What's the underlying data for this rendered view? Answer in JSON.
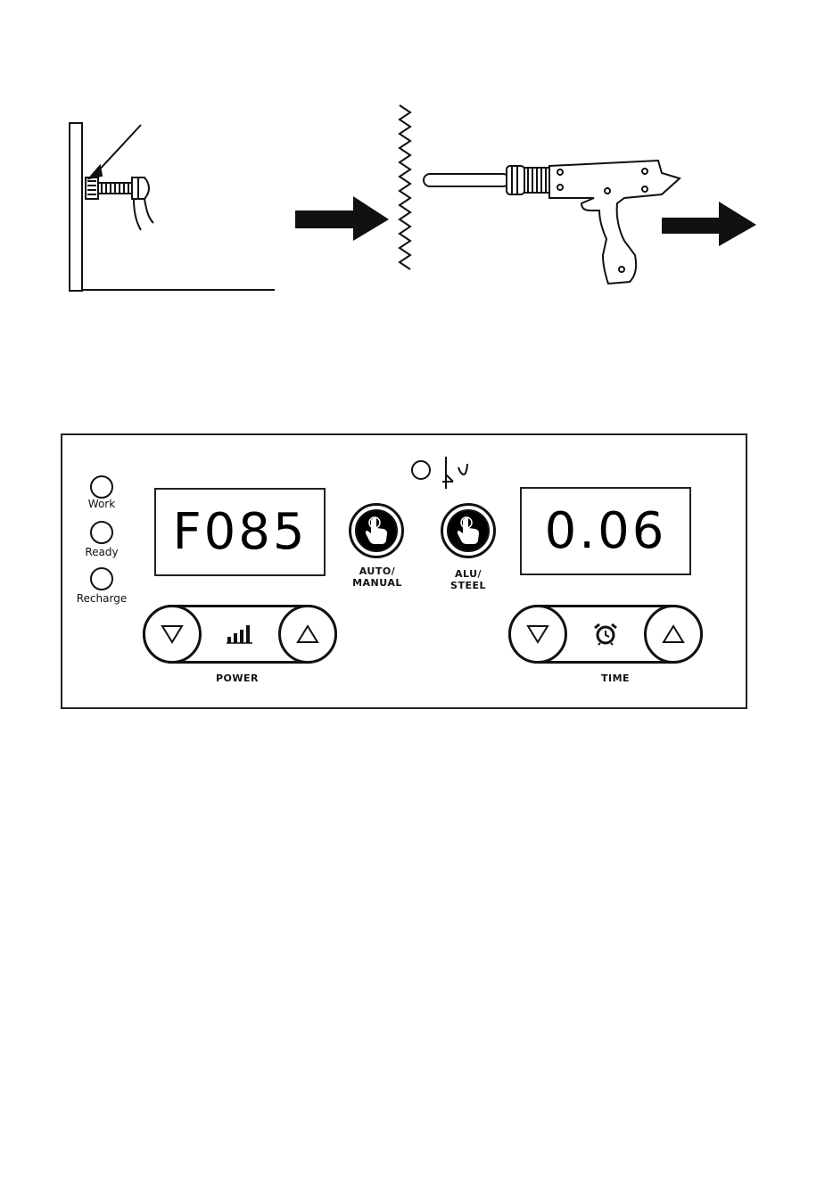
{
  "panel": {
    "indicators": [
      {
        "label": "Work"
      },
      {
        "label": "Ready"
      },
      {
        "label": "Recharge"
      }
    ],
    "power_display": "F085",
    "time_display": "0.06",
    "auto_manual_label_1": "AUTO/",
    "auto_manual_label_2": "MANUAL",
    "alu_steel_label_1": "ALU/",
    "alu_steel_label_2": "STEEL",
    "power_label": "POWER",
    "time_label": "TIME",
    "icons": {
      "power_level": "signal-bars-icon",
      "time": "alarm-clock-icon",
      "down": "triangle-down-icon",
      "up": "triangle-up-icon",
      "button": "pointing-hand-icon",
      "alu_indicator_symbol": "cutting-symbol-icon"
    }
  }
}
